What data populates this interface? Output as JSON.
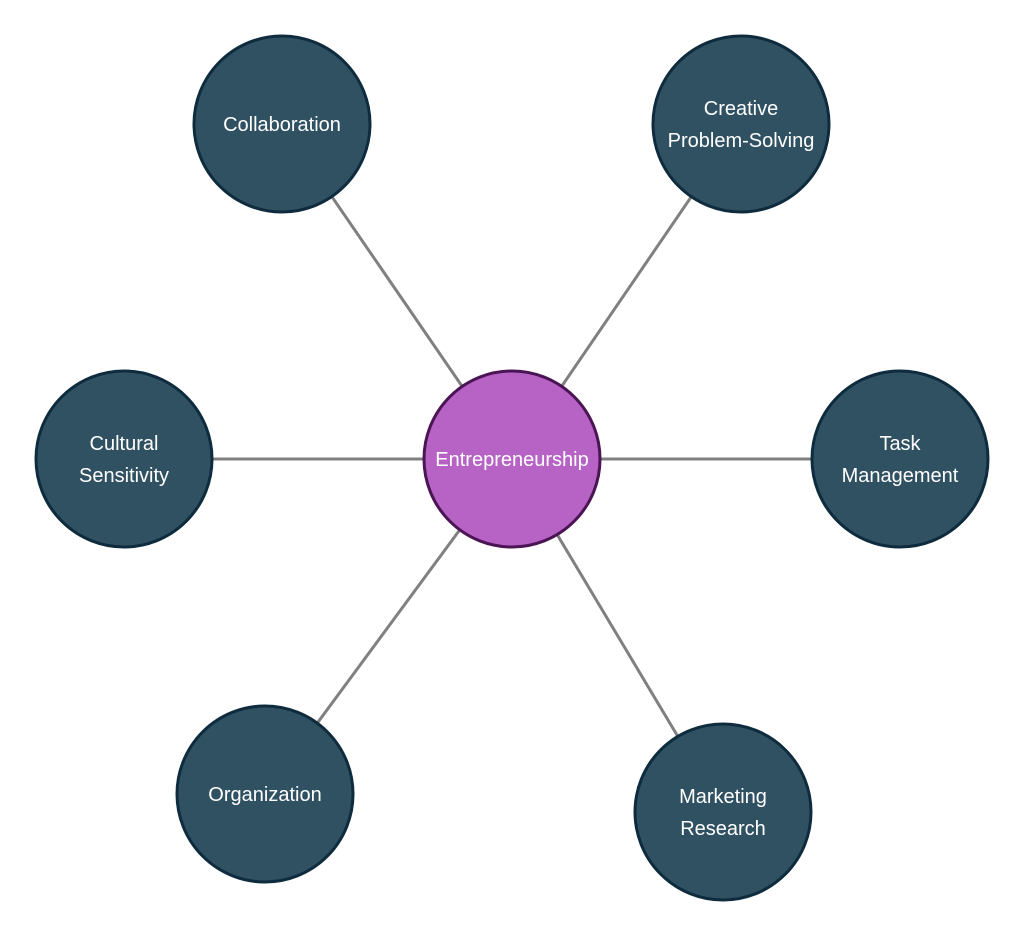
{
  "diagram": {
    "type": "mind-map",
    "colors": {
      "background": "#ffffff",
      "center_fill": "#b763c6",
      "center_stroke": "#4b1454",
      "node_fill": "#305162",
      "node_stroke": "#0f2c3e",
      "edge": "#808080",
      "text": "#ffffff"
    },
    "center": {
      "id": "entrepreneurship",
      "lines": [
        "Entrepreneurship"
      ]
    },
    "nodes": [
      {
        "id": "collaboration",
        "lines": [
          "Collaboration"
        ],
        "direction": "top-left"
      },
      {
        "id": "creative-problem-solving",
        "lines": [
          "Creative",
          "Problem-Solving"
        ],
        "direction": "top-right"
      },
      {
        "id": "cultural-sensitivity",
        "lines": [
          "Cultural",
          "Sensitivity"
        ],
        "direction": "left"
      },
      {
        "id": "task-management",
        "lines": [
          "Task",
          "Management"
        ],
        "direction": "right"
      },
      {
        "id": "organization",
        "lines": [
          "Organization"
        ],
        "direction": "bottom-left"
      },
      {
        "id": "marketing-research",
        "lines": [
          "Marketing",
          "Research"
        ],
        "direction": "bottom-right"
      }
    ],
    "edges": [
      {
        "from": "entrepreneurship",
        "to": "collaboration"
      },
      {
        "from": "entrepreneurship",
        "to": "creative-problem-solving"
      },
      {
        "from": "entrepreneurship",
        "to": "cultural-sensitivity"
      },
      {
        "from": "entrepreneurship",
        "to": "task-management"
      },
      {
        "from": "entrepreneurship",
        "to": "organization"
      },
      {
        "from": "entrepreneurship",
        "to": "marketing-research"
      }
    ]
  }
}
